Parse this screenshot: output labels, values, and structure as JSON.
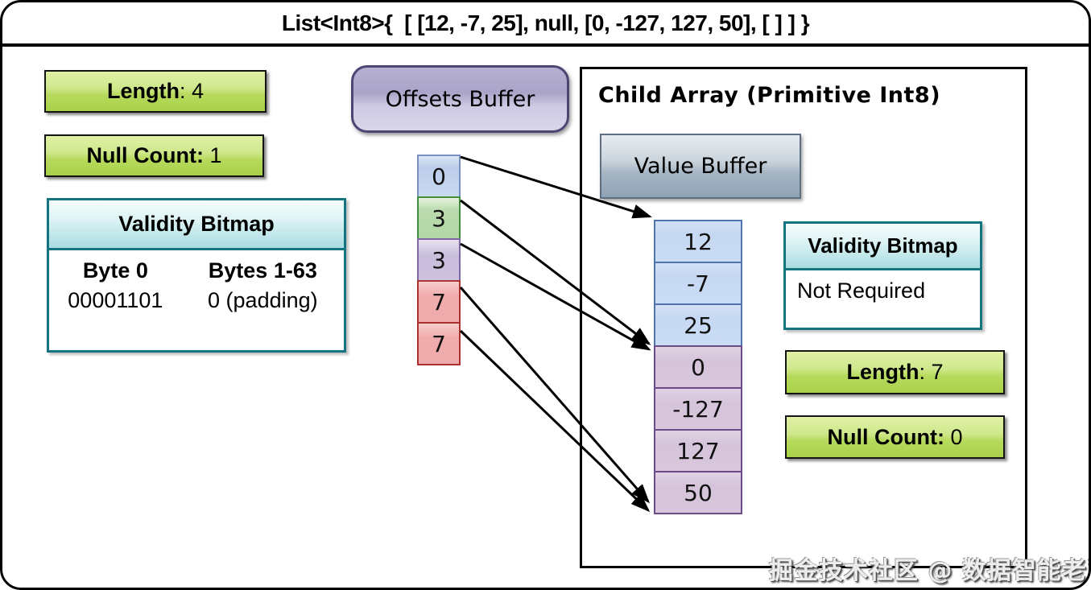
{
  "header": {
    "title": "List<Int8>{  [ [12, -7, 25], null, [0, -127, 127, 50], [ ] ] }"
  },
  "parent_array": {
    "length": {
      "label": "Length",
      "rest": ": 4"
    },
    "null_count": {
      "label": "Null Count:",
      "rest": " 1"
    },
    "validity_bitmap": {
      "title": "Validity Bitmap",
      "columns": [
        "Byte 0",
        "Bytes 1-63"
      ],
      "values": [
        "00001101",
        "0 (padding)"
      ]
    },
    "offsets_buffer": {
      "title": "Offsets Buffer",
      "cells": [
        {
          "value": "0",
          "color": "blue"
        },
        {
          "value": "3",
          "color": "green"
        },
        {
          "value": "3",
          "color": "purple"
        },
        {
          "value": "7",
          "color": "red"
        },
        {
          "value": "7",
          "color": "red"
        }
      ]
    }
  },
  "child_array": {
    "title": "Child Array (Primitive Int8)",
    "value_buffer": {
      "title": "Value Buffer",
      "cells": [
        {
          "value": "12",
          "color": "blue"
        },
        {
          "value": "-7",
          "color": "blue"
        },
        {
          "value": "25",
          "color": "blue"
        },
        {
          "value": "0",
          "color": "purple"
        },
        {
          "value": "-127",
          "color": "purple"
        },
        {
          "value": "127",
          "color": "purple"
        },
        {
          "value": "50",
          "color": "purple"
        }
      ]
    },
    "validity_bitmap": {
      "title": "Validity Bitmap",
      "value": "Not Required"
    },
    "length": {
      "label": "Length",
      "rest": ": 7"
    },
    "null_count": {
      "label": "Null Count:",
      "rest": " 0"
    }
  },
  "watermark": "掘金技术社区 @ 数据智能老司机",
  "palette": {
    "green_button": "#a9d148",
    "teal_border": "#14747f",
    "lavender_button": "#aba4c9",
    "steel_button": "#90a3b6",
    "offset_cell_blue": "#c9daf3",
    "offset_cell_green": "#b3d7a5",
    "offset_cell_purple": "#cdc3df",
    "offset_cell_red": "#efabab",
    "value_cell_blue": "#cbdcf5",
    "value_cell_purple": "#d8c7dc",
    "arrow": "#000000"
  }
}
